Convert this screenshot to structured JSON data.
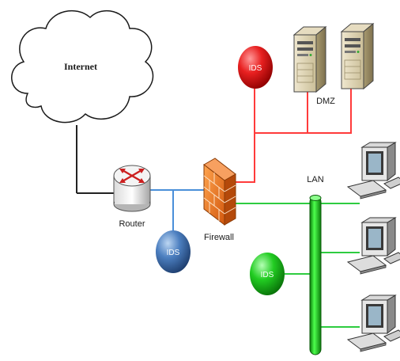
{
  "labels": {
    "internet": "Internet",
    "router": "Router",
    "firewall": "Firewall",
    "dmz": "DMZ",
    "lan": "LAN"
  },
  "ids_nodes": {
    "dmz": "IDS",
    "router": "IDS",
    "lan": "IDS"
  },
  "colors": {
    "dmz_link": "#ff3b3b",
    "router_firewall_link": "#4a8fd9",
    "lan_link": "#2ecc40",
    "internet_link": "#222222",
    "ids_dmz": "#e01010",
    "ids_router": "#3b6fae",
    "ids_lan": "#22c42a"
  },
  "icons": [
    "cloud-icon",
    "router-icon",
    "firewall-icon",
    "server-icon",
    "desktop-computer-icon",
    "ids-sensor-icon"
  ]
}
